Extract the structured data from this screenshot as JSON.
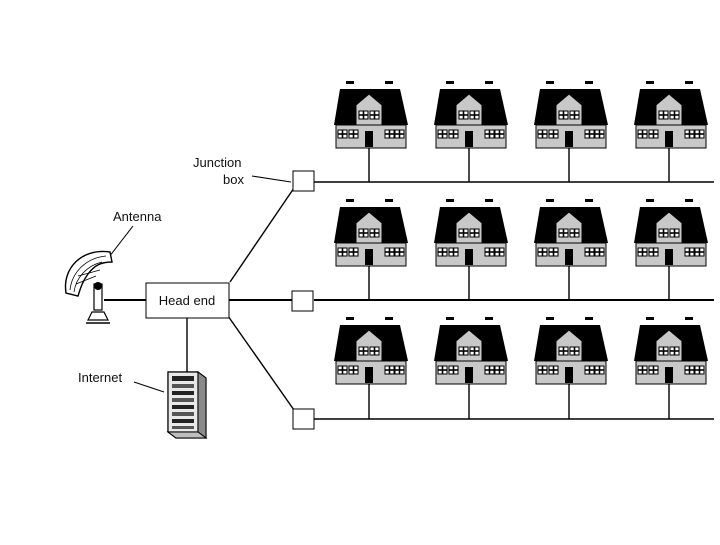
{
  "labels": {
    "junction_line1": "Junction",
    "junction_line2": "box",
    "antenna": "Antenna",
    "head_end": "Head end",
    "internet": "Internet"
  },
  "rows": [
    {
      "houses": 4
    },
    {
      "houses": 4
    },
    {
      "houses": 4
    }
  ],
  "colors": {
    "ink": "#000000",
    "wall": "#c8c8c8",
    "roof": "#000000",
    "background": "#ffffff"
  }
}
